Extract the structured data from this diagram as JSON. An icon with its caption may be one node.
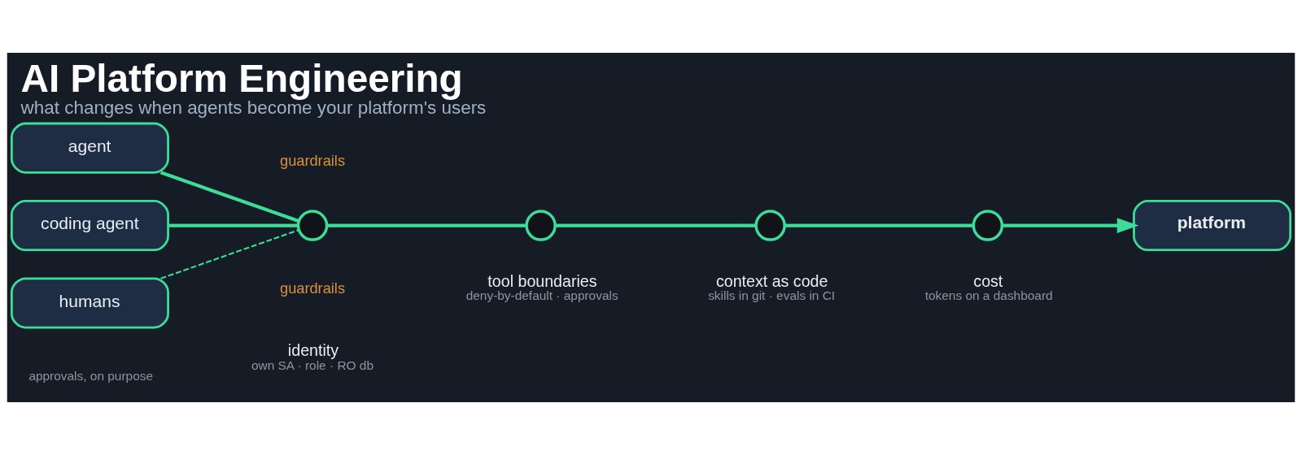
{
  "diagram": {
    "title": "AI Platform Engineering",
    "caption": "what changes when agents become your platform's users",
    "nodes": [
      {
        "text": [
          "agent"
        ]
      },
      {
        "text": [
          "coding agent"
        ]
      },
      {
        "text": [
          "humans"
        ],
        "beside": [
          "approvals, on purpose"
        ]
      },
      {
        "text": [],
        "shape": "circle",
        "beside": [
          "identity",
          "own SA · role · RO db"
        ]
      },
      {
        "text": [],
        "shape": "circle",
        "beside": [
          "tool boundaries",
          "deny-by-default · approvals"
        ]
      },
      {
        "text": [],
        "shape": "circle",
        "beside": [
          "context as code",
          "skills in git · evals in CI"
        ]
      },
      {
        "text": [],
        "shape": "circle",
        "beside": [
          "cost",
          "tokens on a dashboard"
        ]
      },
      {
        "text": [
          "platform"
        ]
      }
    ],
    "edges": [
      {
        "from": 0,
        "to": 3,
        "arrow": "none"
      },
      {
        "from": 1,
        "to": 3,
        "arrow": "none"
      },
      {
        "from": 2,
        "to": 3,
        "arrow": "none",
        "style": "dashed"
      },
      {
        "from": 3,
        "to": 4,
        "arrow": "none"
      },
      {
        "from": 4,
        "to": 5,
        "arrow": "none"
      },
      {
        "from": 5,
        "to": 6,
        "arrow": "none"
      },
      {
        "from": 6,
        "to": 7,
        "arrow": "to"
      }
    ],
    "labels": [
      "guardrails",
      "guardrails"
    ]
  }
}
